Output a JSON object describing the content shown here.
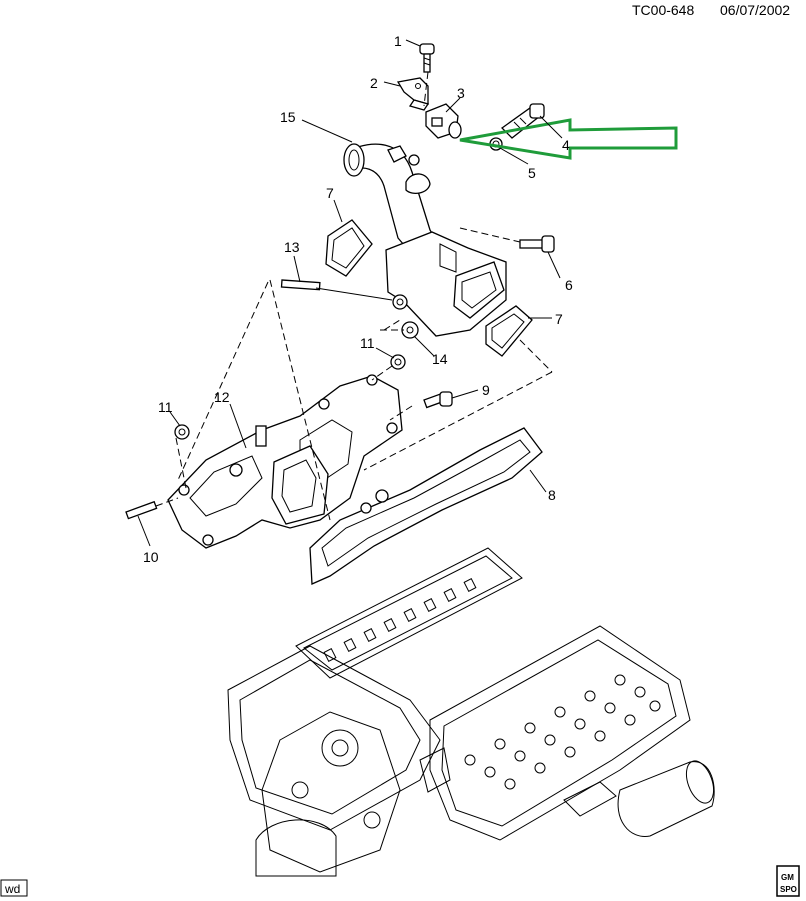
{
  "header": {
    "code": "TC00-648",
    "date": "06/07/2002"
  },
  "footer": {
    "left_tag": "wd",
    "right_logo_icon": "gm-spo-logo-icon",
    "right_logo_line1": "GM",
    "right_logo_line2": "SPO"
  },
  "highlight": {
    "color": "#1f9c3a"
  },
  "callouts": [
    {
      "id": "1",
      "text": "1"
    },
    {
      "id": "2",
      "text": "2"
    },
    {
      "id": "3",
      "text": "3"
    },
    {
      "id": "4",
      "text": "4"
    },
    {
      "id": "5",
      "text": "5"
    },
    {
      "id": "6",
      "text": "6"
    },
    {
      "id": "7a",
      "text": "7"
    },
    {
      "id": "7b",
      "text": "7"
    },
    {
      "id": "8",
      "text": "8"
    },
    {
      "id": "9",
      "text": "9"
    },
    {
      "id": "10",
      "text": "10"
    },
    {
      "id": "11a",
      "text": "11"
    },
    {
      "id": "11b",
      "text": "11"
    },
    {
      "id": "12",
      "text": "12"
    },
    {
      "id": "13",
      "text": "13"
    },
    {
      "id": "14",
      "text": "14"
    },
    {
      "id": "15",
      "text": "15"
    }
  ]
}
